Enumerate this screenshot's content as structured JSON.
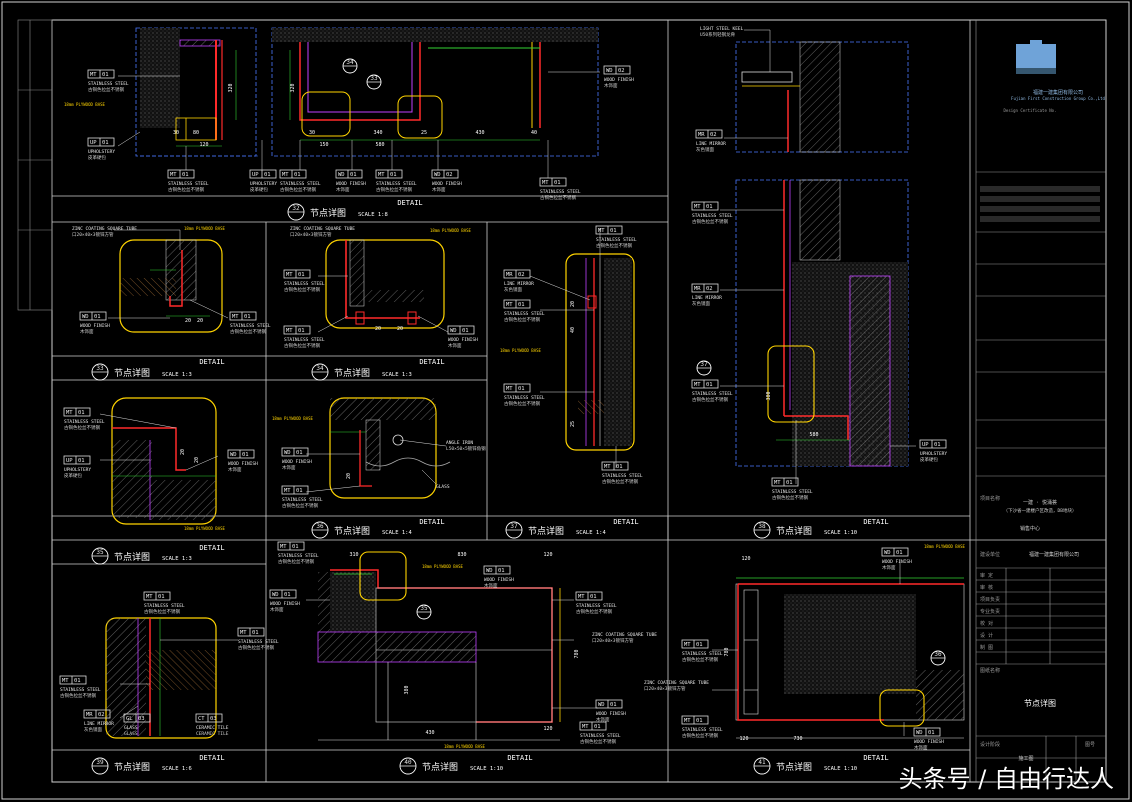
{
  "watermark": "头条号 / 自由行达人",
  "panels": [
    {
      "id": "p32",
      "num": "32",
      "title": "节点详图",
      "scale": "SCALE 1:8",
      "detail": "DETAIL"
    },
    {
      "id": "p33",
      "num": "33",
      "title": "节点详图",
      "scale": "SCALE 1:3",
      "detail": "DETAIL"
    },
    {
      "id": "p34",
      "num": "34",
      "title": "节点详图",
      "scale": "SCALE 1:3",
      "detail": "DETAIL"
    },
    {
      "id": "p35",
      "num": "35",
      "title": "节点详图",
      "scale": "SCALE 1:3",
      "detail": "DETAIL"
    },
    {
      "id": "p36",
      "num": "36",
      "title": "节点详图",
      "scale": "SCALE 1:4",
      "detail": "DETAIL"
    },
    {
      "id": "p37",
      "num": "37",
      "title": "节点详图",
      "scale": "SCALE 1:4",
      "detail": "DETAIL"
    },
    {
      "id": "p38",
      "num": "38",
      "title": "节点详图",
      "scale": "SCALE 1:10",
      "detail": "DETAIL"
    },
    {
      "id": "p39",
      "num": "39",
      "title": "节点详图",
      "scale": "SCALE 1:6",
      "detail": "DETAIL"
    },
    {
      "id": "p40",
      "num": "40",
      "title": "节点详图",
      "scale": "SCALE 1:10",
      "detail": "DETAIL"
    },
    {
      "id": "p41",
      "num": "41",
      "title": "节点详图",
      "scale": "SCALE 1:10",
      "detail": "DETAIL"
    }
  ],
  "labels": {
    "stainless": "STAINLESS STEEL",
    "stainless_cn": "古铜色拉丝不锈钢",
    "wood": "WOOD FINISH",
    "wood_cn": "木饰面",
    "upholstery": "UPHOLSTERY",
    "upholstery_cn": "皮革硬包",
    "mirror": "LINE MIRROR",
    "mirror_cn": "灰色镜面",
    "zinc": "ZINC COATING SQUARE TUBE",
    "zinc_cn": "口20×40×3镀锌方管",
    "plywood": "18mm PLYWOOD BASE",
    "angle": "ANGLE IRON",
    "angle_cn": "L50×50×5镀锌角钢",
    "glass": "GLASS",
    "ceramic": "CERAMIC TILE",
    "keel": "LIGHT STEEL KEEL",
    "keel_cn": "U50系列轻钢龙骨"
  },
  "tags": {
    "mt01": [
      "MT",
      "01"
    ],
    "wd01": [
      "WD",
      "01"
    ],
    "wd02": [
      "WD",
      "02"
    ],
    "up01": [
      "UP",
      "01"
    ],
    "mr02": [
      "MR",
      "02"
    ],
    "gl03": [
      "GL",
      "03"
    ],
    "ct03": [
      "CT",
      "03"
    ]
  },
  "dims": {
    "d320": "320",
    "d120": "120",
    "d80": "80",
    "d340": "340",
    "d430": "430",
    "d580": "580",
    "d20": "20",
    "d25": "25",
    "d150": "150",
    "d40": "40",
    "d30": "30",
    "d780": "780",
    "d830": "830",
    "d310": "310",
    "d730": "730",
    "d120b": "120",
    "d380": "380"
  },
  "callouts": {
    "c33": "33",
    "c34": "34",
    "c35": "35",
    "c36": "36",
    "c37": "37"
  },
  "titleblock": {
    "company_cn": "福建一建集团有限公司",
    "company_en": "Fujian First Construction Group Co.,Ltd",
    "cert_line": "Design Certificate No.",
    "project_label": "项目名称",
    "project_name": "一建 · 悦涌荟",
    "project_sub": "（下沙省一建楼户区改造，DB地块）",
    "area": "销售中心",
    "owner_label": "建设单位",
    "owner": "福建一建集团有限公司",
    "sheet_title_label": "图纸名称",
    "sheet_title": "节点详图",
    "rows": [
      "审 定",
      "审 核",
      "项目负责",
      "专业负责",
      "校 对",
      "设 计",
      "制 图"
    ],
    "stage_label": "设计阶段",
    "stage": "施工图",
    "sheet_no_label": "图号"
  }
}
